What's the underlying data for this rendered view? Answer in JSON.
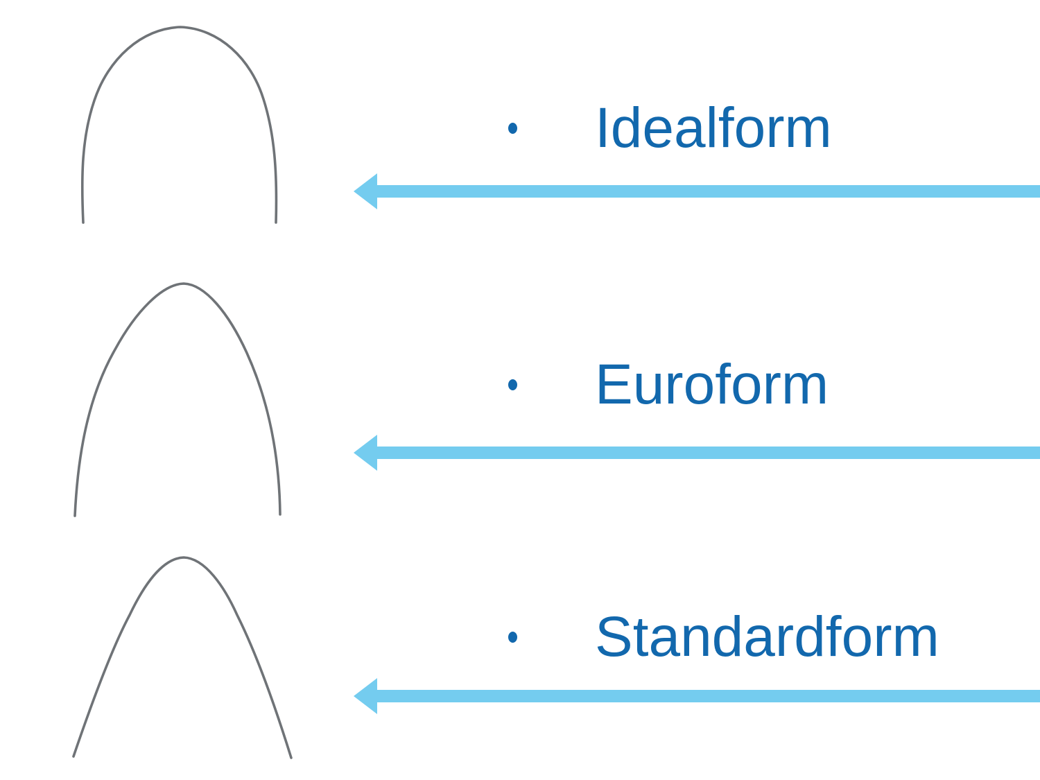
{
  "slide": {
    "items": [
      {
        "label": "Idealform",
        "shape": "narrow-rounded-archwire"
      },
      {
        "label": "Euroform",
        "shape": "tall-tapered-archwire"
      },
      {
        "label": "Standardform",
        "shape": "wide-splayed-archwire"
      }
    ],
    "colors": {
      "label_text": "#1268AD",
      "bullet": "#1268AD",
      "arrow": "#74CCEF",
      "wire": "#63676B",
      "background": "#FFFFFF"
    }
  }
}
